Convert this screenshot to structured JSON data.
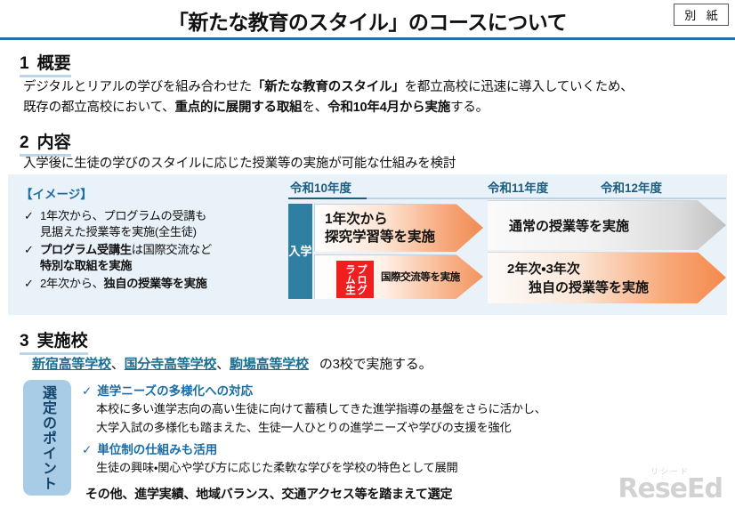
{
  "header": {
    "title": "「新たな教育のスタイル」のコースについて",
    "tag": "別 紙"
  },
  "section1": {
    "number": "1",
    "title": "概要",
    "line1_a": "デジタルとリアルの学びを組み合わせた",
    "line1_b": "「新たな教育のスタイル」",
    "line1_c": "を都立高校に迅速に導入していくため、",
    "line2_a": "既存の都立高校において、",
    "line2_b": "重点的に展開する取組",
    "line2_c": "を、",
    "line2_d": "令和10年4月から実施",
    "line2_e": "する。"
  },
  "section2": {
    "number": "2",
    "title": "内容",
    "lead": "入学後に生徒の学びのスタイルに応じた授業等の実施が可能な仕組みを検討",
    "image_label": "【イメージ】",
    "checks": [
      {
        "tick": "✓",
        "line1": "1年次から、プログラムの受講も",
        "line2": "見据えた授業等を実施(全生徒)"
      },
      {
        "tick": "✓",
        "line1_a": "プログラム受講生",
        "line1_b": "は国際交流など",
        "line2": "特別な取組を実施"
      },
      {
        "tick": "✓",
        "line1_a": "2年次から、",
        "line1_b": "独自の授業等を実施"
      }
    ],
    "timeline": {
      "years": [
        "令和10年度",
        "令和11年度",
        "令和12年度"
      ],
      "entry_label": "入学",
      "arrows": [
        {
          "name": "year1-inquiry",
          "line1": "1年次から",
          "line2": "探究学習等を実施"
        },
        {
          "name": "international-exchange",
          "badge": "プログラム生",
          "badge_col1": "プログ",
          "badge_col2": "ラム生",
          "text": "国際交流等を実施"
        },
        {
          "name": "normal-classes",
          "text": "通常の授業等を実施"
        },
        {
          "name": "original-classes",
          "line1": "2年次・3年次",
          "line2": "独自の授業等を実施"
        }
      ]
    }
  },
  "section3": {
    "number": "3",
    "title": "実施校",
    "schools": [
      "新宿高等学校",
      "国分寺高等学校",
      "駒場高等学校"
    ],
    "separator": "、",
    "suffix": "の3校で実施する。",
    "points_tab": "選定のポイント",
    "points": [
      {
        "tick": "✓",
        "head": "進学ニーズの多様化への対応",
        "body1": "本校に多い進学志向の高い生徒に向けて蓄積してきた進学指導の基盤をさらに活かし、",
        "body2": "大学入試の多様化も踏まえた、生徒一人ひとりの進学ニーズや学びの支援を強化"
      },
      {
        "tick": "✓",
        "head": "単位制の仕組みも活用",
        "body1": "生徒の興味・関心や学び方に応じた柔軟な学びを学校の特色として展開"
      }
    ],
    "footer": "その他、進学実績、地域バランス、交通アクセス等を踏まえて選定"
  },
  "logo": {
    "ruby": "リシード",
    "text": "ReseEd"
  }
}
